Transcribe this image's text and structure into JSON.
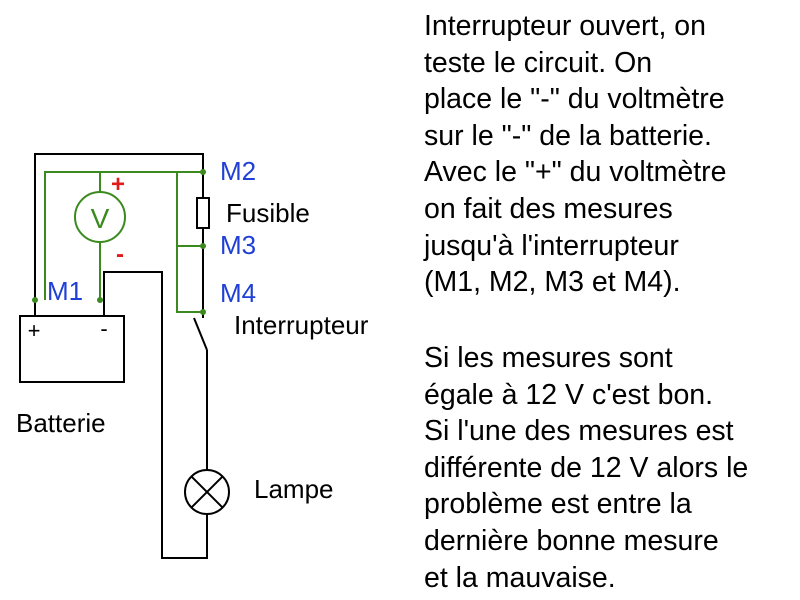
{
  "colors": {
    "black_wire": "#000000",
    "green_wire": "#3a8a1e",
    "node_label": "#1f3fd6",
    "plus_sign": "#e01b1b",
    "minus_sign": "#e01b1b"
  },
  "diagram": {
    "nodes": {
      "m1": "M1",
      "m2": "M2",
      "m3": "M3",
      "m4": "M4"
    },
    "components": {
      "fusible": "Fusible",
      "interrupteur": "Interrupteur",
      "batterie": "Batterie",
      "lampe": "Lampe",
      "voltmeter_symbol": "V"
    },
    "signs": {
      "volt_plus": "+",
      "volt_minus": "-",
      "batt_plus": "+",
      "batt_minus": "-"
    }
  },
  "text": {
    "paragraph1": [
      "Interrupteur ouvert, on",
      "teste le circuit. On",
      "place le \"-\" du voltmètre",
      "sur le \"-\" de la batterie.",
      "Avec le \"+\" du voltmètre",
      "on fait des mesures",
      "jusqu'à l'interrupteur",
      "(M1, M2, M3 et M4)."
    ],
    "paragraph2": [
      "Si les mesures sont",
      "égale à 12 V c'est bon.",
      "Si l'une des mesures est",
      "différente de 12 V alors le",
      "problème est entre la",
      "dernière bonne mesure",
      "et la mauvaise."
    ]
  }
}
